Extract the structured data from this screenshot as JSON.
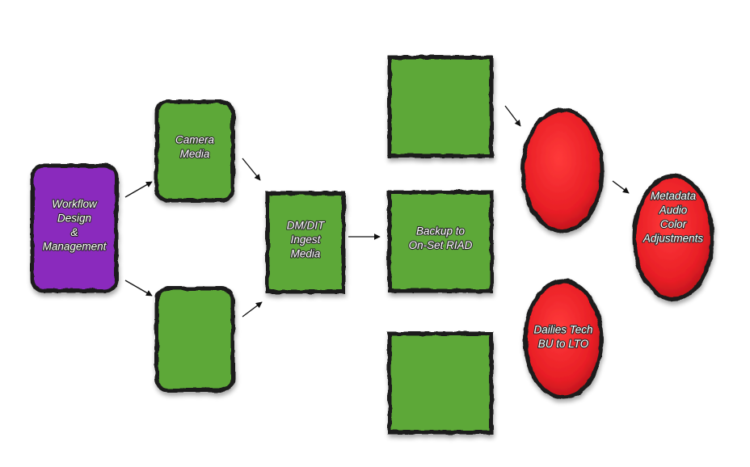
{
  "colors": {
    "purple": "#8a2bbd",
    "green": "#5da838",
    "red": "#e81e25",
    "border": "#1e1e1e",
    "arrow": "#111111"
  },
  "nodes": {
    "workflow": {
      "lines": [
        "Workflow",
        "Design",
        "&",
        "Management"
      ]
    },
    "camera_media": {
      "lines": [
        "Camera",
        "Media"
      ]
    },
    "blank_green_left": {
      "lines": []
    },
    "ingest": {
      "lines": [
        "DM/DIT",
        "Ingest",
        "Media"
      ]
    },
    "blank_green_top": {
      "lines": []
    },
    "backup": {
      "lines": [
        "Backup to",
        "On-Set RIAD"
      ]
    },
    "blank_green_bottom": {
      "lines": []
    },
    "blank_red_top": {
      "lines": []
    },
    "dailies": {
      "lines": [
        "Dailies Tech",
        "BU to LTO"
      ]
    },
    "metadata": {
      "lines": [
        "Metadata",
        "Audio",
        "Color",
        "Adjustments"
      ]
    }
  }
}
